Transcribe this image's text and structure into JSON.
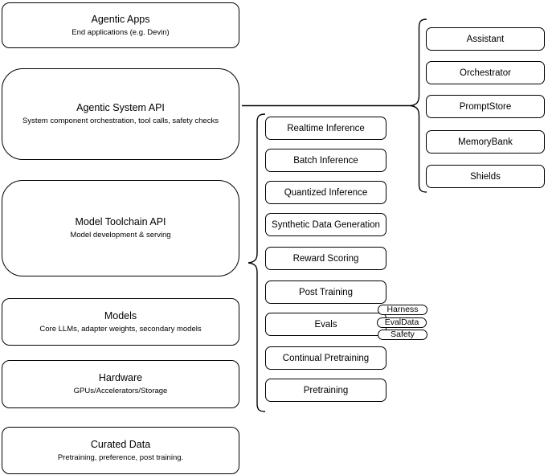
{
  "colors": {
    "stroke": "#000000",
    "background": "#ffffff",
    "text": "#000000"
  },
  "left_column": {
    "boxes": [
      {
        "title": "Agentic Apps",
        "subtitle": "End applications (e.g. Devin)"
      },
      {
        "title": "Agentic System API",
        "subtitle": "System component orchestration, tool calls, safety checks"
      },
      {
        "title": "Model Toolchain API",
        "subtitle": "Model development & serving"
      },
      {
        "title": "Models",
        "subtitle": "Core LLMs, adapter weights, secondary models"
      },
      {
        "title": "Hardware",
        "subtitle": "GPUs/Accelerators/Storage"
      },
      {
        "title": "Curated Data",
        "subtitle": "Pretraining, preference, post training."
      }
    ]
  },
  "toolchain_group": {
    "items": [
      {
        "label": "Realtime Inference"
      },
      {
        "label": "Batch Inference"
      },
      {
        "label": "Quantized Inference"
      },
      {
        "label": "Synthetic Data Generation"
      },
      {
        "label": "Reward Scoring"
      },
      {
        "label": "Post Training"
      },
      {
        "label": "Evals"
      },
      {
        "label": "Continual Pretraining"
      },
      {
        "label": "Pretraining"
      }
    ],
    "evals_tags": [
      {
        "label": "Harness"
      },
      {
        "label": "EvalData"
      },
      {
        "label": "Safety"
      }
    ]
  },
  "system_group": {
    "items": [
      {
        "label": "Assistant"
      },
      {
        "label": "Orchestrator"
      },
      {
        "label": "PromptStore"
      },
      {
        "label": "MemoryBank"
      },
      {
        "label": "Shields"
      }
    ]
  }
}
